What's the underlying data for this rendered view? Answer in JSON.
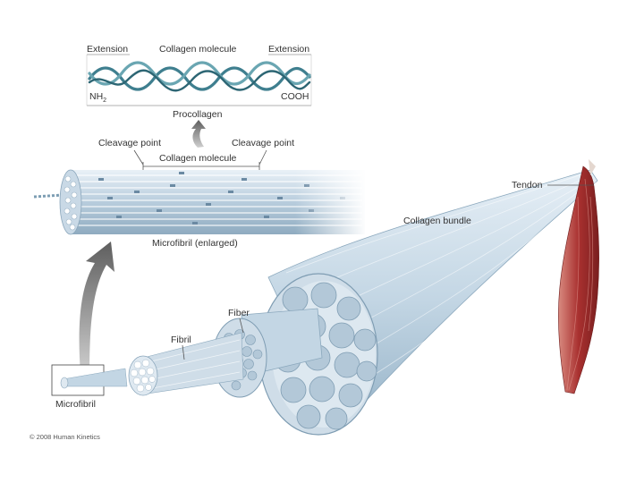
{
  "labels": {
    "extension_left": "Extension",
    "collagen_molecule_top": "Collagen molecule",
    "extension_right": "Extension",
    "nh": "NH",
    "nh_sub": "2",
    "cooh": "COOH",
    "procollagen": "Procollagen",
    "cleavage_left": "Cleavage point",
    "cleavage_right": "Cleavage point",
    "collagen_molecule_mid": "Collagen molecule",
    "microfibril_enlarged": "Microfibril (enlarged)",
    "tendon": "Tendon",
    "collagen_bundle": "Collagen bundle",
    "fiber": "Fiber",
    "fibril": "Fibril",
    "microfibril": "Microfibril"
  },
  "copyright": "© 2008 Human Kinetics",
  "colors": {
    "collagen_light": "#dbe7f0",
    "collagen_mid": "#a9c2d4",
    "collagen_dark": "#6f8fa7",
    "helix": "#4c8a98",
    "muscle": "#a8302f",
    "muscle_light": "#d27a72",
    "arrow": "#707070"
  }
}
